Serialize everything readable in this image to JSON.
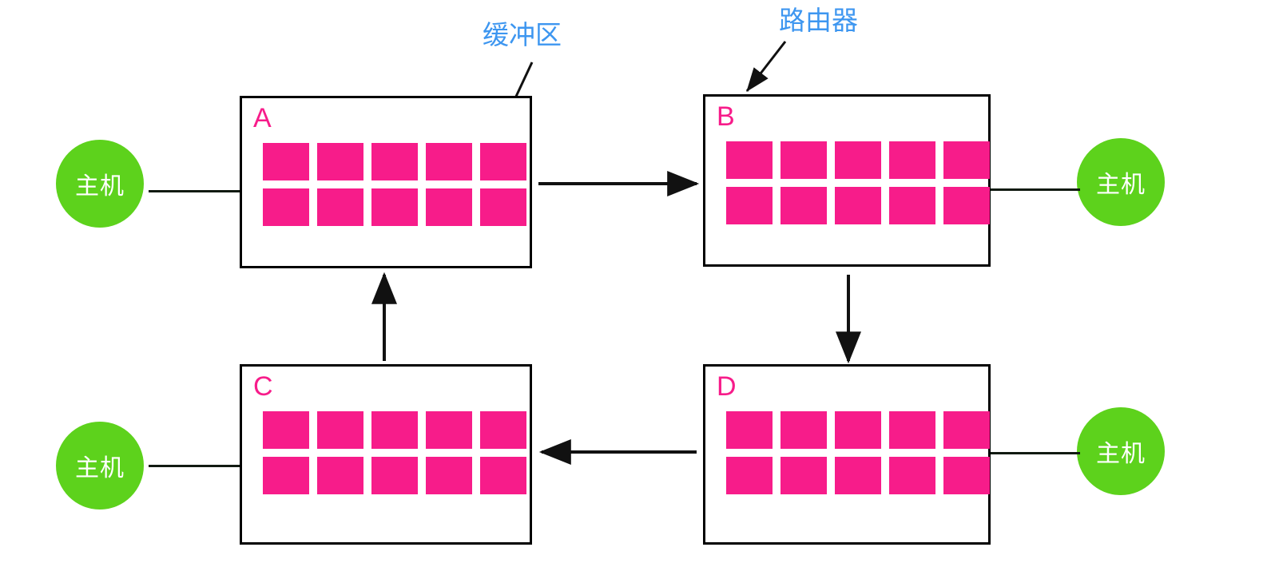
{
  "diagram": {
    "title": "Router buffer / store-and-forward network diagram",
    "colors": {
      "buffer_cell": "#F71C8A",
      "router_label": "#F71C8A",
      "host_fill": "#5DD21C",
      "host_text": "#FFFFFF",
      "annotation": "#3D96F0",
      "line": "#111A11",
      "box_border": "#000000",
      "background": "#FFFFFF"
    },
    "annotations": [
      {
        "id": "buffer",
        "text": "缓冲区",
        "points_to": "router-a-buffer-cell-top-right"
      },
      {
        "id": "router",
        "text": "路由器",
        "points_to": "router-b-box"
      }
    ],
    "routers": [
      {
        "id": "a",
        "label": "A",
        "buffer_rows": 2,
        "buffer_cols": 5,
        "buffer_total": 10
      },
      {
        "id": "b",
        "label": "B",
        "buffer_rows": 2,
        "buffer_cols": 5,
        "buffer_total": 10
      },
      {
        "id": "c",
        "label": "C",
        "buffer_rows": 2,
        "buffer_cols": 5,
        "buffer_total": 10
      },
      {
        "id": "d",
        "label": "D",
        "buffer_rows": 2,
        "buffer_cols": 5,
        "buffer_total": 10
      }
    ],
    "hosts": [
      {
        "id": "host-top-left",
        "text": "主机",
        "attached_to": "A"
      },
      {
        "id": "host-top-right",
        "text": "主机",
        "attached_to": "B"
      },
      {
        "id": "host-bottom-left",
        "text": "主机",
        "attached_to": "C"
      },
      {
        "id": "host-bottom-right",
        "text": "主机",
        "attached_to": "D"
      }
    ],
    "links": [
      {
        "id": "host-top-left-to-a",
        "type": "plain",
        "from": "host-top-left",
        "to": "A"
      },
      {
        "id": "b-to-host-top-right",
        "type": "plain",
        "from": "B",
        "to": "host-top-right"
      },
      {
        "id": "host-bottom-left-to-c",
        "type": "plain",
        "from": "host-bottom-left",
        "to": "C"
      },
      {
        "id": "d-to-host-bottom-right",
        "type": "plain",
        "from": "D",
        "to": "host-bottom-right"
      }
    ],
    "flow_arrows": [
      {
        "id": "a-to-b",
        "from": "A",
        "to": "B",
        "direction": "right"
      },
      {
        "id": "b-to-d",
        "from": "B",
        "to": "D",
        "direction": "down"
      },
      {
        "id": "d-to-c",
        "from": "D",
        "to": "C",
        "direction": "left"
      },
      {
        "id": "c-to-a",
        "from": "C",
        "to": "A",
        "direction": "up"
      }
    ]
  }
}
